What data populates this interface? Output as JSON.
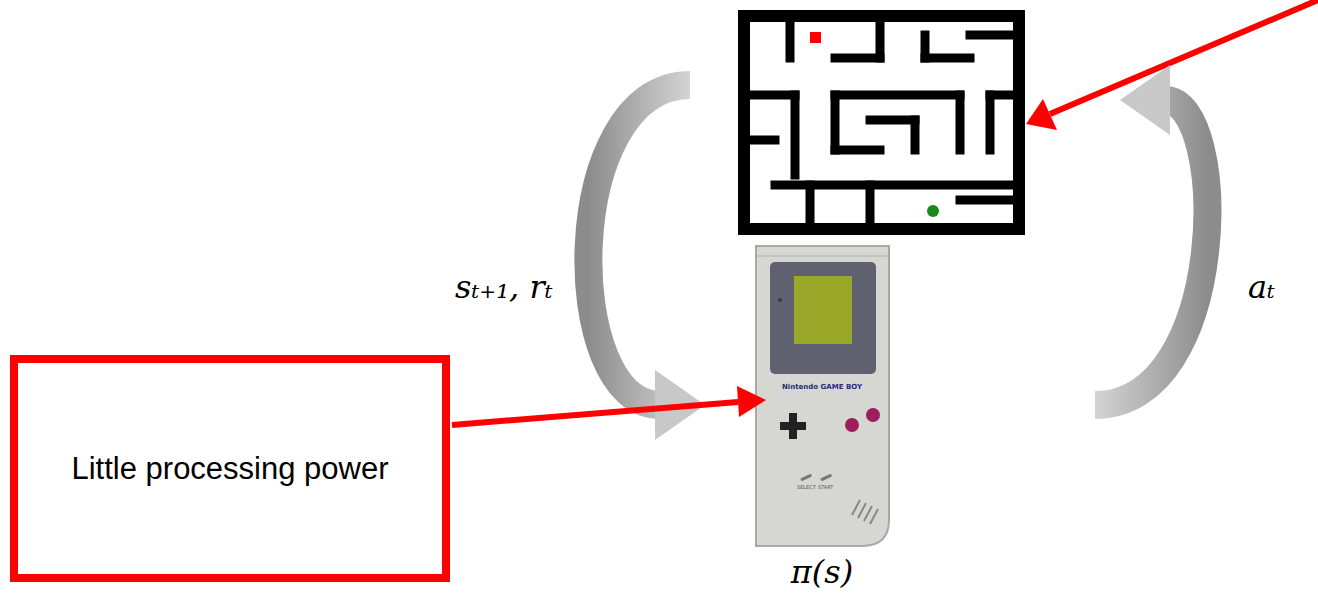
{
  "diagram": {
    "nodes": [
      {
        "text": [
          "Little processing power"
        ]
      }
    ],
    "labels": [
      "sₜ₊₁, rₜ",
      "aₜ",
      "π(s)",
      "Nintendo GAME BOY",
      "SELECT",
      "START"
    ]
  }
}
